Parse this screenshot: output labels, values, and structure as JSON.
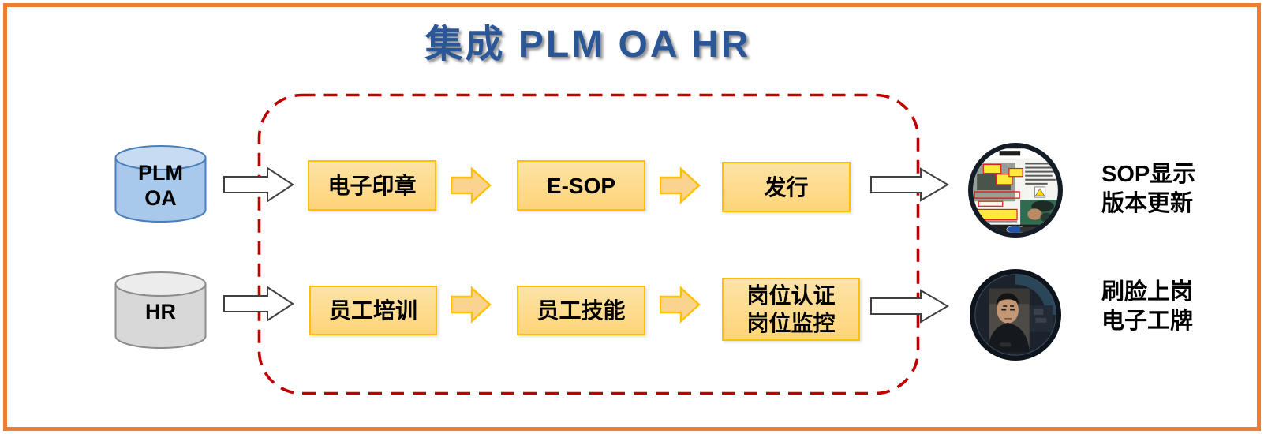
{
  "title": {
    "text": "集成 PLM OA HR"
  },
  "diagram": {
    "rows": [
      {
        "source": {
          "lines": [
            "PLM",
            "OA"
          ],
          "kind": "database-cylinder-blue"
        },
        "steps": [
          {
            "lines": [
              "电子印章"
            ]
          },
          {
            "lines": [
              "E-SOP"
            ]
          },
          {
            "lines": [
              "发行"
            ]
          }
        ],
        "result_image": "sop-document-photo",
        "caption": {
          "lines": [
            "SOP显示",
            "版本更新"
          ]
        }
      },
      {
        "source": {
          "lines": [
            "HR"
          ],
          "kind": "database-cylinder-gray"
        },
        "steps": [
          {
            "lines": [
              "员工培训"
            ]
          },
          {
            "lines": [
              "员工技能"
            ]
          },
          {
            "lines": [
              "岗位认证",
              "岗位监控"
            ]
          }
        ],
        "result_image": "face-recognition-photo",
        "caption": {
          "lines": [
            "刷脸上岗",
            "电子工牌"
          ]
        }
      }
    ]
  },
  "colors": {
    "frame_border": "#ED7D31",
    "title_text": "#2B5797",
    "box_border": "#FFC000",
    "box_fill_top": "#FCE3A6",
    "box_fill_bottom": "#FFD478",
    "boundary_dashed": "#C00000",
    "cylinder_blue_fill": "#A9C9EA",
    "cylinder_blue_stroke": "#4A7EBB",
    "cylinder_gray_fill": "#D8D8D8",
    "cylinder_gray_stroke": "#8C8C8C",
    "flow_arrow_fill": "#FAD48F",
    "io_arrow_outline": "#404040"
  }
}
